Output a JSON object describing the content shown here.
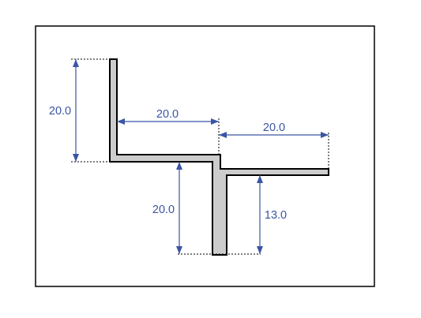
{
  "colors": {
    "frame": "#000000",
    "profile_fill": "#cccccc",
    "profile_stroke": "#000000",
    "dimension": "#3a55a4",
    "extension_line": "#000000"
  },
  "dimensions": {
    "left_vertical": "20.0",
    "horizontal_mid": "20.0",
    "horizontal_right": "20.0",
    "lower_vertical": "20.0",
    "right_vertical": "13.0"
  }
}
